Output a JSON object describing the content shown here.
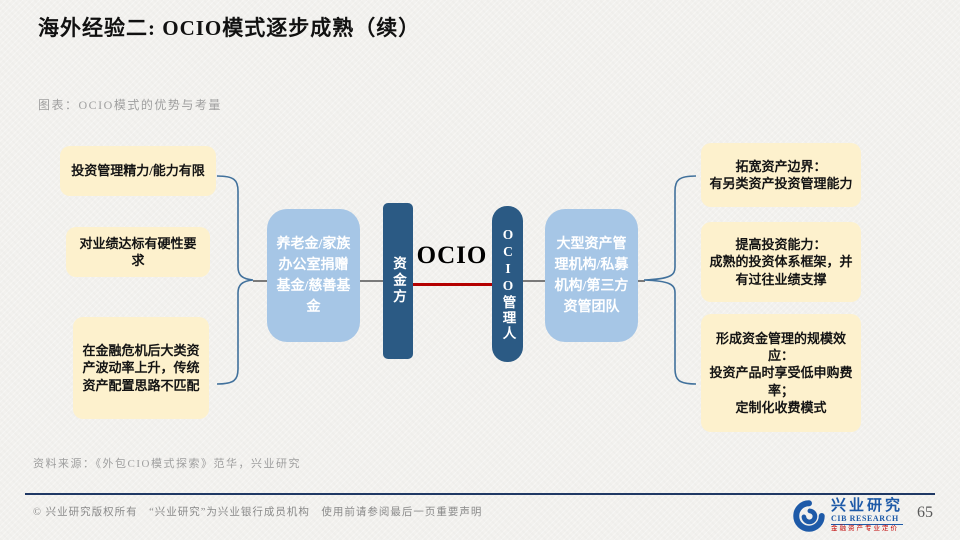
{
  "slide": {
    "title": "海外经验二: OCIO模式逐步成熟（续）",
    "chart_caption": "图表：OCIO模式的优势与考量",
    "source": "资料来源：《外包CIO模式探索》范华，兴业研究",
    "page_number": "65"
  },
  "diagram": {
    "left_considerations": [
      "投资管理精力/能力有限",
      "对业绩达标有硬性要求",
      "在金融危机后大类资产波动率上升，传统资产配置思路不匹配"
    ],
    "funder_types": "养老金/家族办公室捐赠基金/慈善基金",
    "funder_role": "资金方",
    "relationship_label": "OCIO",
    "manager_role": "OCIO管理人",
    "manager_types": "大型资产管理机构/私募机构/第三方资管团队",
    "right_advantages": [
      "拓宽资产边界：\n有另类资产投资管理能力",
      "提高投资能力：\n成熟的投资体系框架，并有过往业绩支撑",
      "形成资金管理的规模效应：\n投资产品时享受低申购费率；\n定制化收费模式"
    ]
  },
  "footer": {
    "disclaimer": "© 兴业研究版权所有　“兴业研究”为兴业银行成员机构　使用前请参阅最后一页重要声明",
    "logo_name": "兴业研究",
    "logo_subtitle": "CIB RESEARCH",
    "logo_tagline": "金融资产专业定价"
  },
  "colors": {
    "accent_dark_blue": "#2b5a84",
    "accent_light_blue": "#a6c6e6",
    "box_yellow": "#fdf1cd",
    "link_red": "#b40000",
    "brace_blue": "#41719c",
    "footer_navy": "#1f3864",
    "logo_blue": "#1e5aa8",
    "tagline_red": "#c00000"
  }
}
